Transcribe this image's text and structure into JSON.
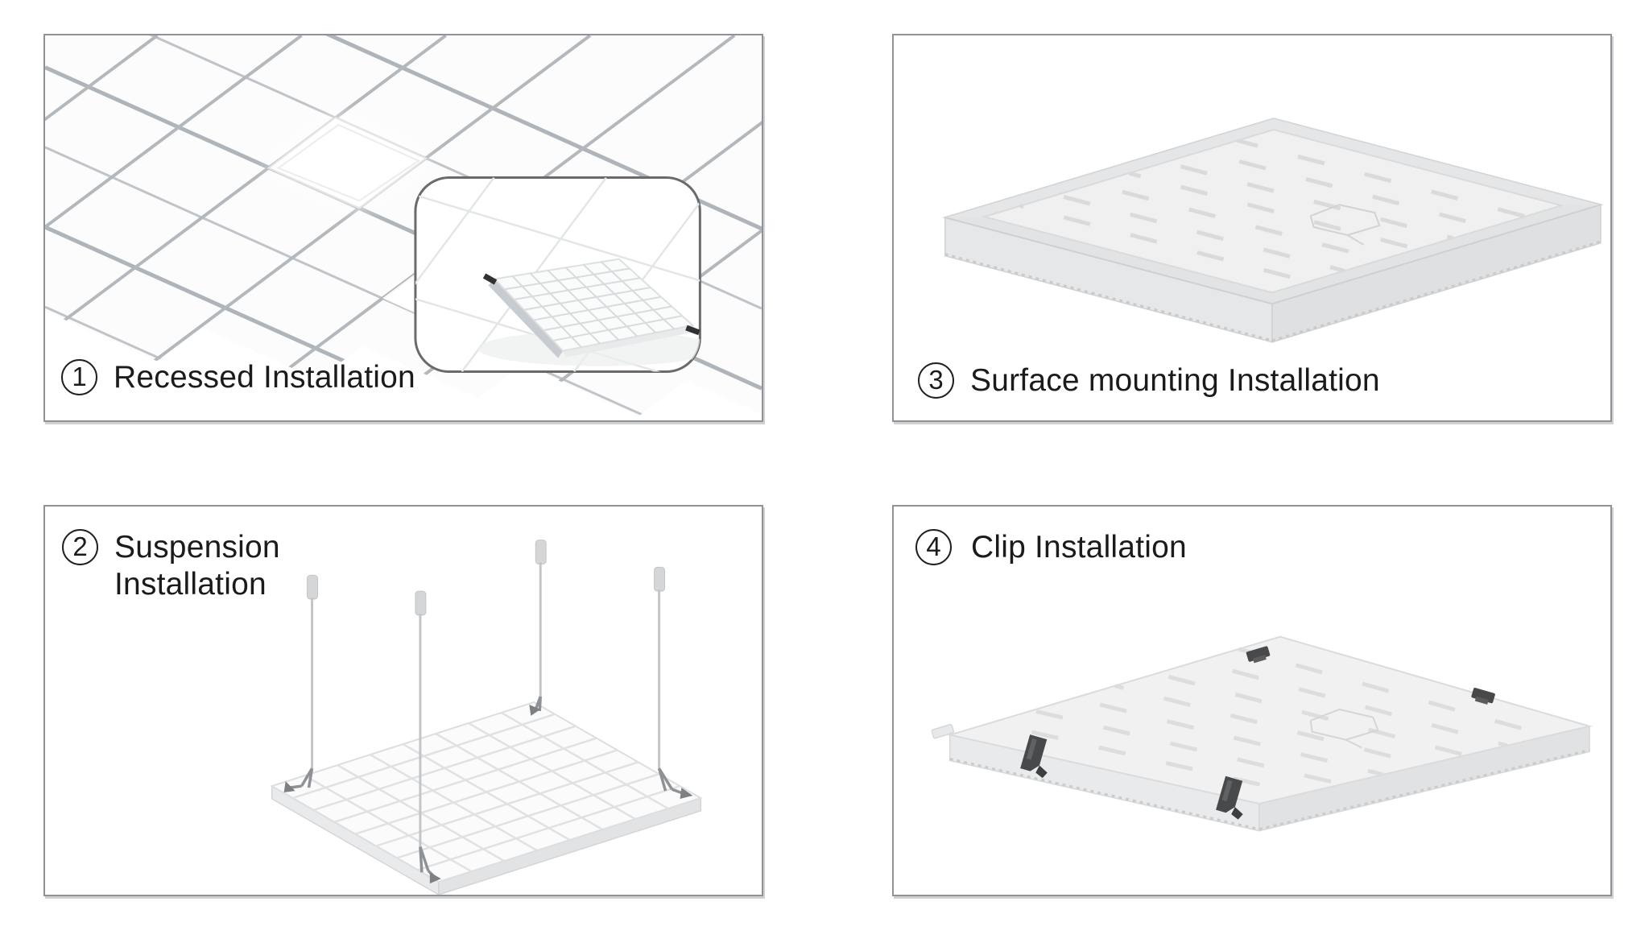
{
  "document": {
    "background": "#ffffff",
    "description_texts": []
  },
  "panels": [
    {
      "number": "1",
      "label": "Recessed Installation"
    },
    {
      "number": "2",
      "label_line1": "Suspension",
      "label_line2": "Installation"
    },
    {
      "number": "3",
      "label": "Surface mounting Installation"
    },
    {
      "number": "4",
      "label": "Clip Installation"
    }
  ],
  "colors": {
    "panel_border": "#8f9296",
    "label_text": "#1b1b1b",
    "number_circle_border": "#202020",
    "ceiling_grid_line": "#aeb4ba",
    "ceiling_grid_line_light": "#bfc4c9",
    "lit_panel_fill": "#ffffff",
    "panel_face_fill": "#f1f1f2",
    "panel_edge_line": "#d7d9db",
    "panel_side_fill": "#e4e5e6",
    "waffle_line": "#dfe1e3",
    "dash_rib_line": "#d9dadb",
    "wire_line": "#c3c6c9",
    "wire_fitting_fill": "#d4d6d8",
    "hook_line": "#8e9296",
    "clip_dark": "#47494b",
    "inset_border": "#6a6a6a",
    "inset_tile_line": "#e3e6e8",
    "inset_frame_strip": "#c7ccd0",
    "latch_mark": "#2f3133"
  }
}
